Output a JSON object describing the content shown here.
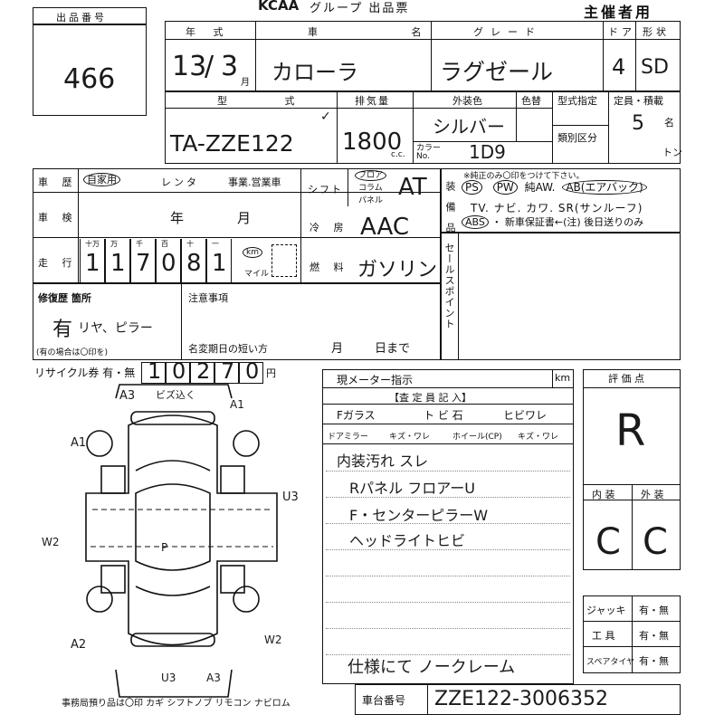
{
  "header": {
    "lot_label": "出品番号",
    "lot_number": "466",
    "org_title": "KCAA",
    "group_title": "グループ 出品票",
    "sponsor": "主催者用"
  },
  "row1": {
    "year_label": "年 式",
    "year_value": "13",
    "month_value": "3",
    "month_unit": "月",
    "car_label": "車 名",
    "car_value": "カローラ",
    "grade_label": "グレード",
    "grade_value": "ラグゼール",
    "door_label": "ドア",
    "door_value": "4",
    "shape_label": "形状",
    "shape_value": "SD"
  },
  "row2": {
    "model_label": "型 式",
    "model_value": "TA-ZZE122",
    "disp_label": "排気量",
    "disp_value": "1800",
    "disp_unit": "c.c.",
    "color_label": "外装色",
    "color_value": "シルバー",
    "color_no_label": "カラーNo.",
    "color_no_value": "1D9",
    "recolor_label": "色替",
    "type_spec_label": "型式指定",
    "class_label": "類別区分",
    "capacity_label": "定員・積載",
    "capacity_value": "5",
    "capacity_unit": "名",
    "ton_unit": "トン"
  },
  "history": {
    "label": "車 歴",
    "options": [
      "自家用",
      "レンタ",
      "事業.営業車"
    ],
    "selected": "自家用"
  },
  "shift": {
    "label": "シフト",
    "options": [
      "フロア",
      "コラム",
      "パネル"
    ],
    "selected": "フロア",
    "value": "AT"
  },
  "inspection": {
    "label": "車 検",
    "year_unit": "年",
    "month_unit": "月"
  },
  "aircon": {
    "label": "冷 房",
    "value": "AAC"
  },
  "mileage": {
    "label": "走 行",
    "units": [
      "十万",
      "万",
      "千",
      "百",
      "十",
      "一"
    ],
    "digits": [
      "1",
      "1",
      "7",
      "0",
      "8",
      "1"
    ],
    "unit_km": "km",
    "unit_mile": "マイル"
  },
  "fuel": {
    "label": "燃 料",
    "value": "ガソリン"
  },
  "equipment": {
    "label": "装備品",
    "note": "※純正のみ〇印をつけて下さい。",
    "line1": [
      "PS",
      "PW",
      "純AW.",
      "AB(エアバック)"
    ],
    "line2": "TV. ナビ. カワ. SR(サンルーフ)",
    "line3_abs": "ABS",
    "line3_rest": "・ 新車保証書←(注) 後日送りのみ"
  },
  "sales_point_label": "セールスポイント",
  "repair": {
    "label": "修復歴 箇所",
    "value": "有",
    "detail": "リヤ、ピラー",
    "note": "(有の場合は〇印を)"
  },
  "notes": {
    "label": "注意事項",
    "rename_label": "名変期日の短い方",
    "month_unit": "月",
    "day_unit": "日まで"
  },
  "recycle": {
    "label": "リサイクル券 有・無",
    "digits": [
      "1",
      "0",
      "2",
      "7",
      "0"
    ],
    "yen": "円"
  },
  "meter": {
    "label": "現メーター指示",
    "unit": "km"
  },
  "inspector": {
    "header": "【査 定 員 記 入】",
    "fglass": "Fガラス",
    "fglass_opts": "ト ビ 石",
    "fglass_crack": "ヒビワレ",
    "door_mirror": "ドアミラー",
    "door_mirror_opts": "キズ・ワレ",
    "wheel_cap": "ホイール(CP)",
    "wheel_cap_opts": "キズ・ワレ",
    "remarks": [
      "内装汚れ スレ",
      "Rパネル フロアーU",
      "F・センターピラーW",
      "ヘッドライトヒビ"
    ],
    "signature": "仕様にて ノークレーム"
  },
  "score": {
    "label": "評 価 点",
    "value": "R",
    "interior_label": "内 装",
    "exterior_label": "外 装",
    "interior_value": "C",
    "exterior_value": "C"
  },
  "accessories": {
    "jack_label": "ジャッキ",
    "jack_value": "有・無",
    "tools_label": "工 具",
    "tools_value": "有・無",
    "spare_label": "スペアタイヤ",
    "spare_value": "有・無"
  },
  "office_note": "事務局預り品は〇印 カギ シフトノブ リモコン ナビロム",
  "chassis": {
    "label": "車台番号",
    "value": "ZZE122-3006352"
  },
  "diagram_marks": {
    "a3_top": "A3",
    "bump": "ビズ込く",
    "a1_top": "A1",
    "a1_left": "A1",
    "u3_right": "U3",
    "w2_left": "W2",
    "pillar": "P",
    "a2_bottom": "A2",
    "w2_right": "W2",
    "u3_bottom": "U3",
    "a3_bottom": "A3"
  }
}
